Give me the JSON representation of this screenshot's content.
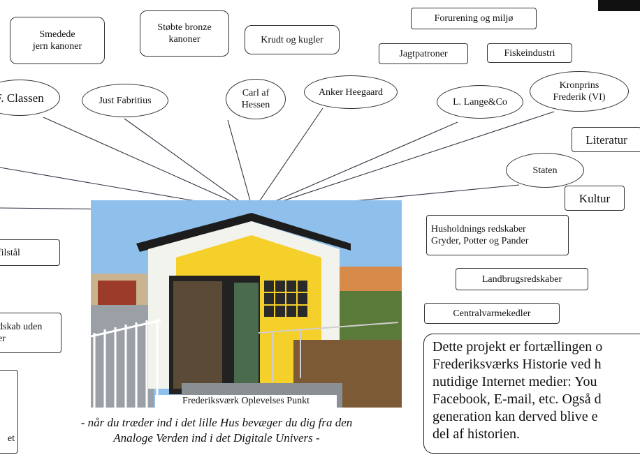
{
  "nodes": {
    "smedede_jern": "Smedede\njern kanoner",
    "stobte_bronze": "Støbte bronze\nkanoner",
    "krudt": "Krudt og kugler",
    "forurening": "Forurening og miljø",
    "jagtpatroner": "Jagtpatroner",
    "fiskeindustri": "Fiskeindustri",
    "classen": "F. Classen",
    "fabritius": "Just Fabritius",
    "carl": "Carl af\nHessen",
    "anker": "Anker Heegaard",
    "lange": "L. Lange&Co",
    "kronprins": "Kronprins\nFrederik (VI)",
    "literatur": "Literatur",
    "staten": "Staten",
    "kultur": "Kultur",
    "husholdning": "Husholdnings redskaber\nGryder, Potter og Pander",
    "landbrug": "Landbrugsredskaber",
    "centralvarme": "Centralvarmekedler",
    "filstal": "filstål",
    "redskab": "dskab uden\ner",
    "et": "et"
  },
  "photo": {
    "caption": "Frederiksværk Oplevelses Punkt"
  },
  "subtitle": "- når du træder ind i det lille Hus bevæger du dig fra den\nAnaloge Verden ind i det Digitale Univers -",
  "info_box": "Dette projekt er fortællingen o\nFrederiksværks Historie ved h\nnutidige Internet medier: You\nFacebook, E-mail, etc. Også d\ngeneration kan derved blive e\ndel af historien."
}
